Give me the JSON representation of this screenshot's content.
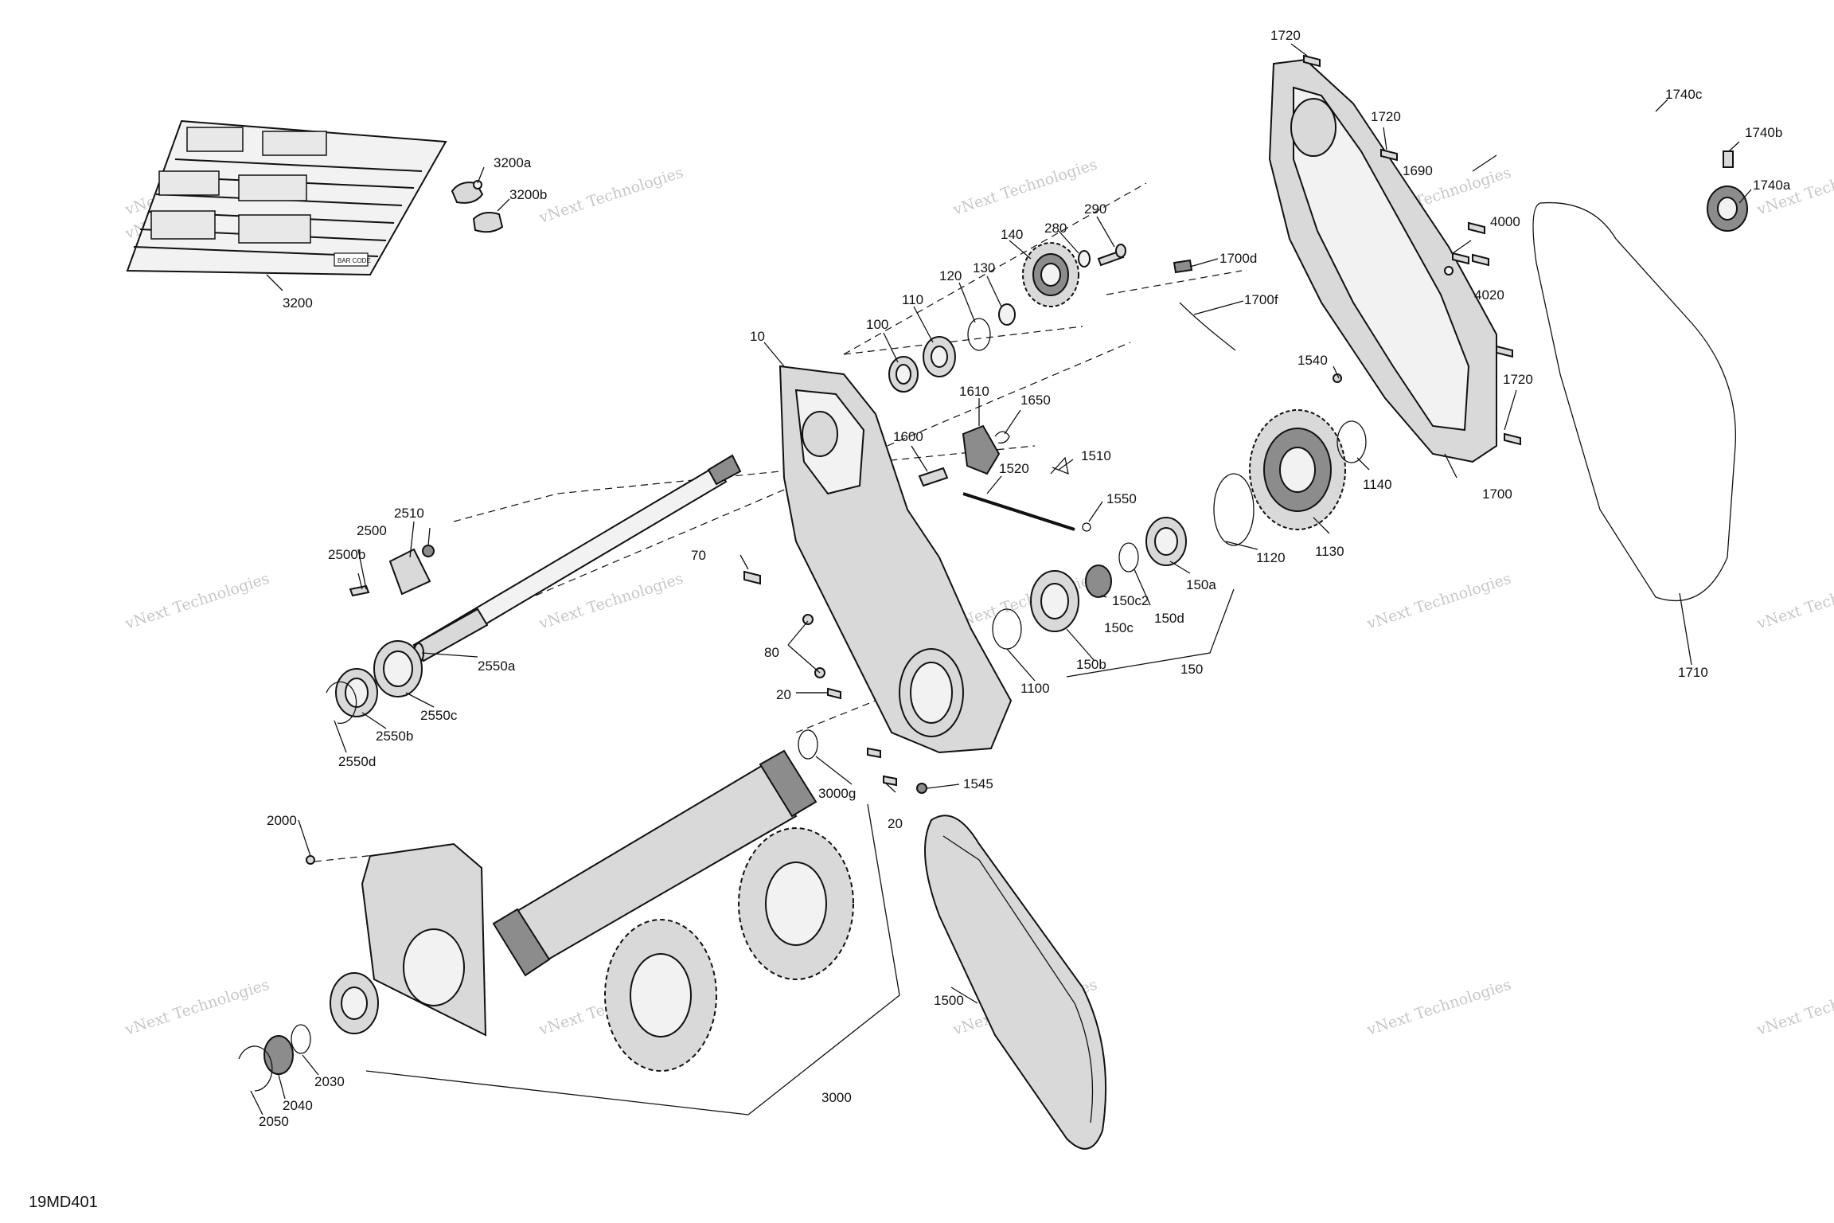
{
  "diagram_code": "19MD401",
  "watermark_text": "vNext Technologies",
  "callouts": [
    "10",
    "20",
    "70",
    "80",
    "100",
    "110",
    "120",
    "130",
    "140",
    "150",
    "150a",
    "150b",
    "150c",
    "150c2",
    "150d",
    "280",
    "290",
    "1100",
    "1120",
    "1130",
    "1140",
    "1500",
    "1510",
    "1520",
    "1540",
    "1545",
    "1550",
    "1600",
    "1610",
    "1650",
    "1690",
    "1700",
    "1700d",
    "1700f",
    "1710",
    "1720",
    "1740a",
    "1740b",
    "1740c",
    "2000",
    "2030",
    "2040",
    "2050",
    "2500",
    "2500b",
    "2510",
    "2550a",
    "2550b",
    "2550c",
    "2550d",
    "3000",
    "3000g",
    "3200",
    "3200a",
    "3200b",
    "4000",
    "4020"
  ],
  "decal_text": "BAR CODE",
  "colors": {
    "line": "#111111",
    "part_fill": "#d9d9d9",
    "dark_fill": "#8c8c8c",
    "watermark": "#9a9a9a"
  }
}
